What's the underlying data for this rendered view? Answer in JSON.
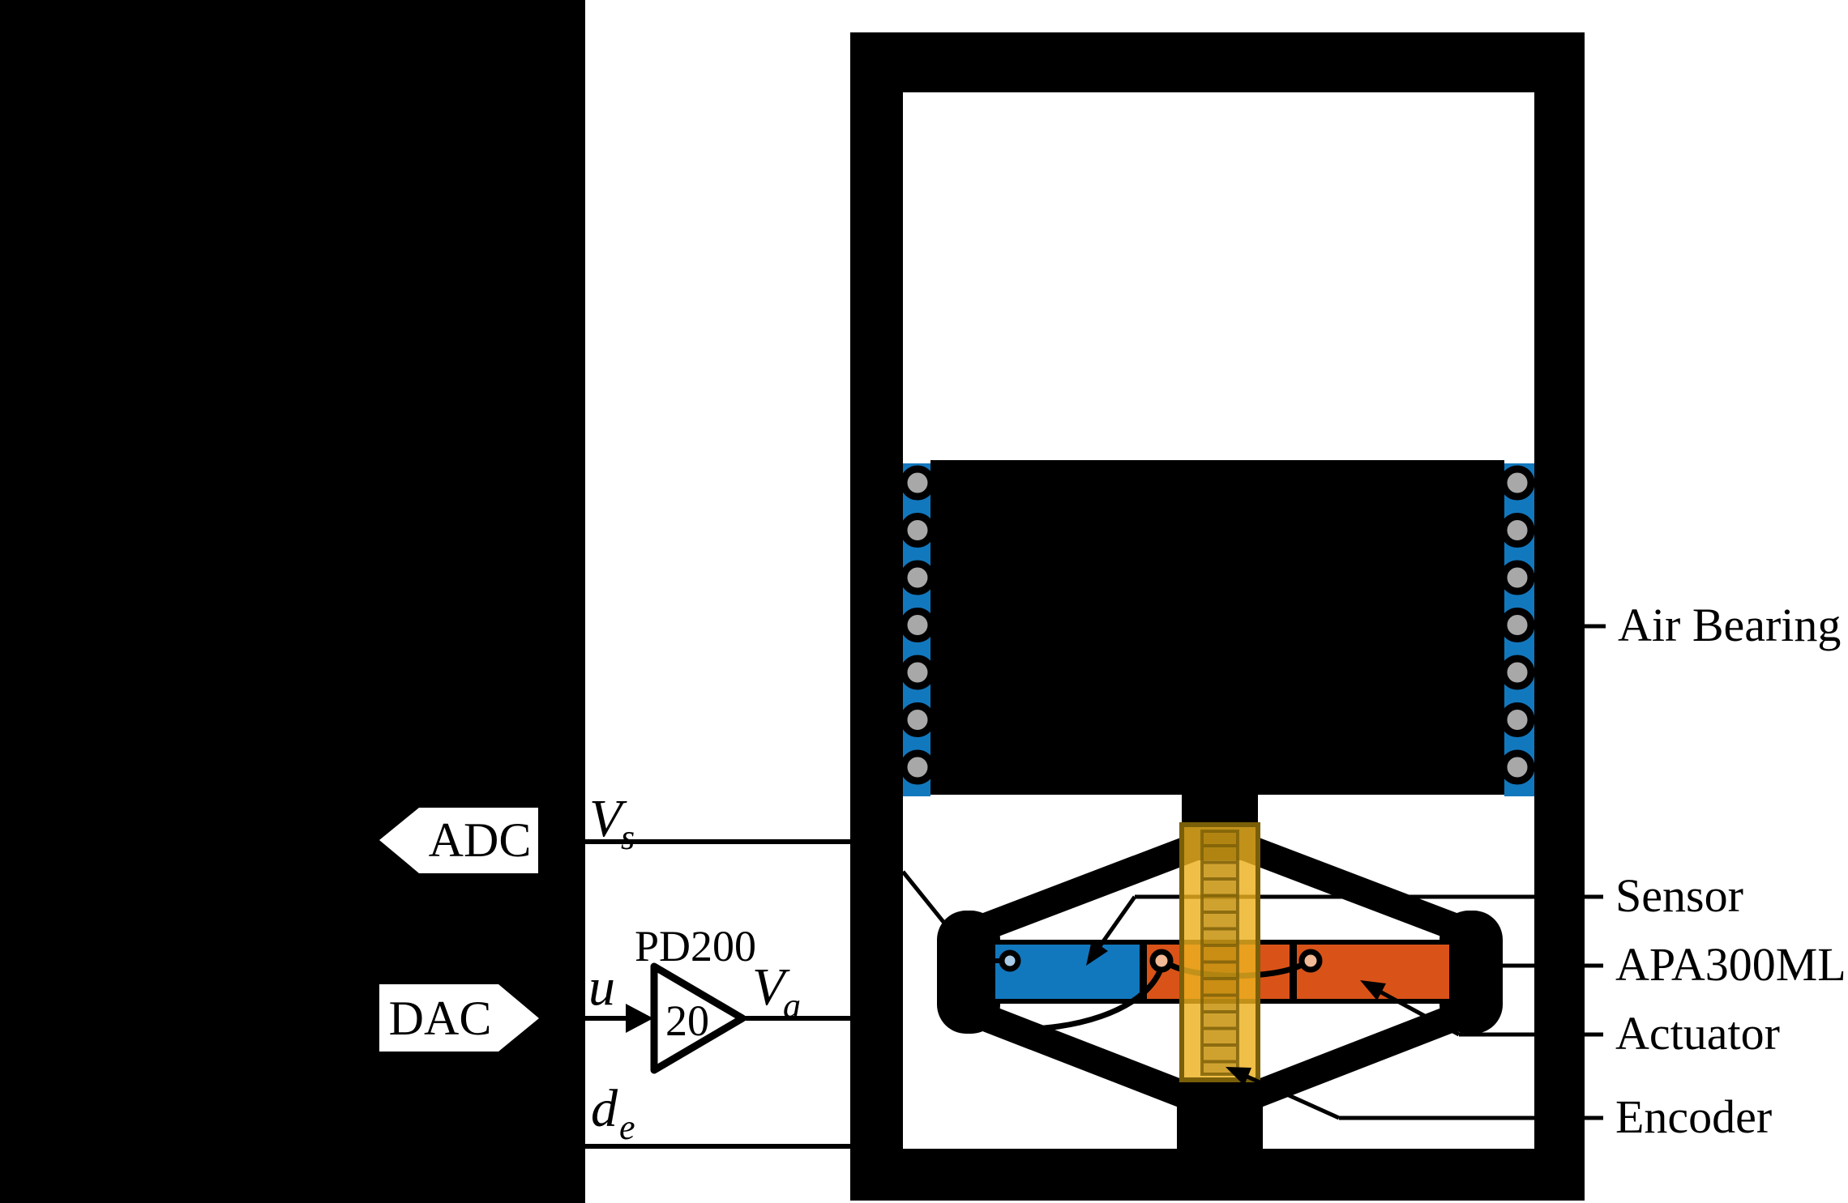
{
  "io": {
    "adc_label": "ADC",
    "dac_label": "DAC"
  },
  "amplifier": {
    "model": "PD200",
    "gain": "20"
  },
  "signals": {
    "vs": {
      "base": "V",
      "sub": "s"
    },
    "u": {
      "base": "u",
      "sub": ""
    },
    "va": {
      "base": "V",
      "sub": "a"
    },
    "de": {
      "base": "d",
      "sub": "e"
    }
  },
  "component_labels": {
    "air_bearing": "Air Bearing",
    "sensor": "Sensor",
    "apa": "APA300ML",
    "actuator": "Actuator",
    "encoder": "Encoder"
  },
  "colors": {
    "air_bearing_blue": "#1278BE",
    "actuator_orange": "#D95319",
    "encoder_yellow": "#EDB120",
    "pad_gray": "#A8A8A8",
    "electrode_pink": "#F2BA96",
    "electrode_light_blue": "#A9CCE9",
    "ink_black": "#000000"
  },
  "counts": {
    "air_bearing_pads_per_side": 7,
    "encoder_rungs": 14
  }
}
